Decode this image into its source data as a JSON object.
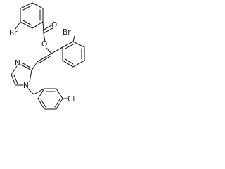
{
  "molecule": {
    "atoms": {
      "br_top": "Br",
      "o_carbonyl": "O",
      "o_ester": "O",
      "br_right": "Br",
      "n_ring_imine": "N",
      "n_ring_amine": "N",
      "cl": "Cl"
    }
  },
  "colors": {
    "bond": "#1a1a1a",
    "label": "#1a1a1a",
    "background": "#ffffff"
  }
}
